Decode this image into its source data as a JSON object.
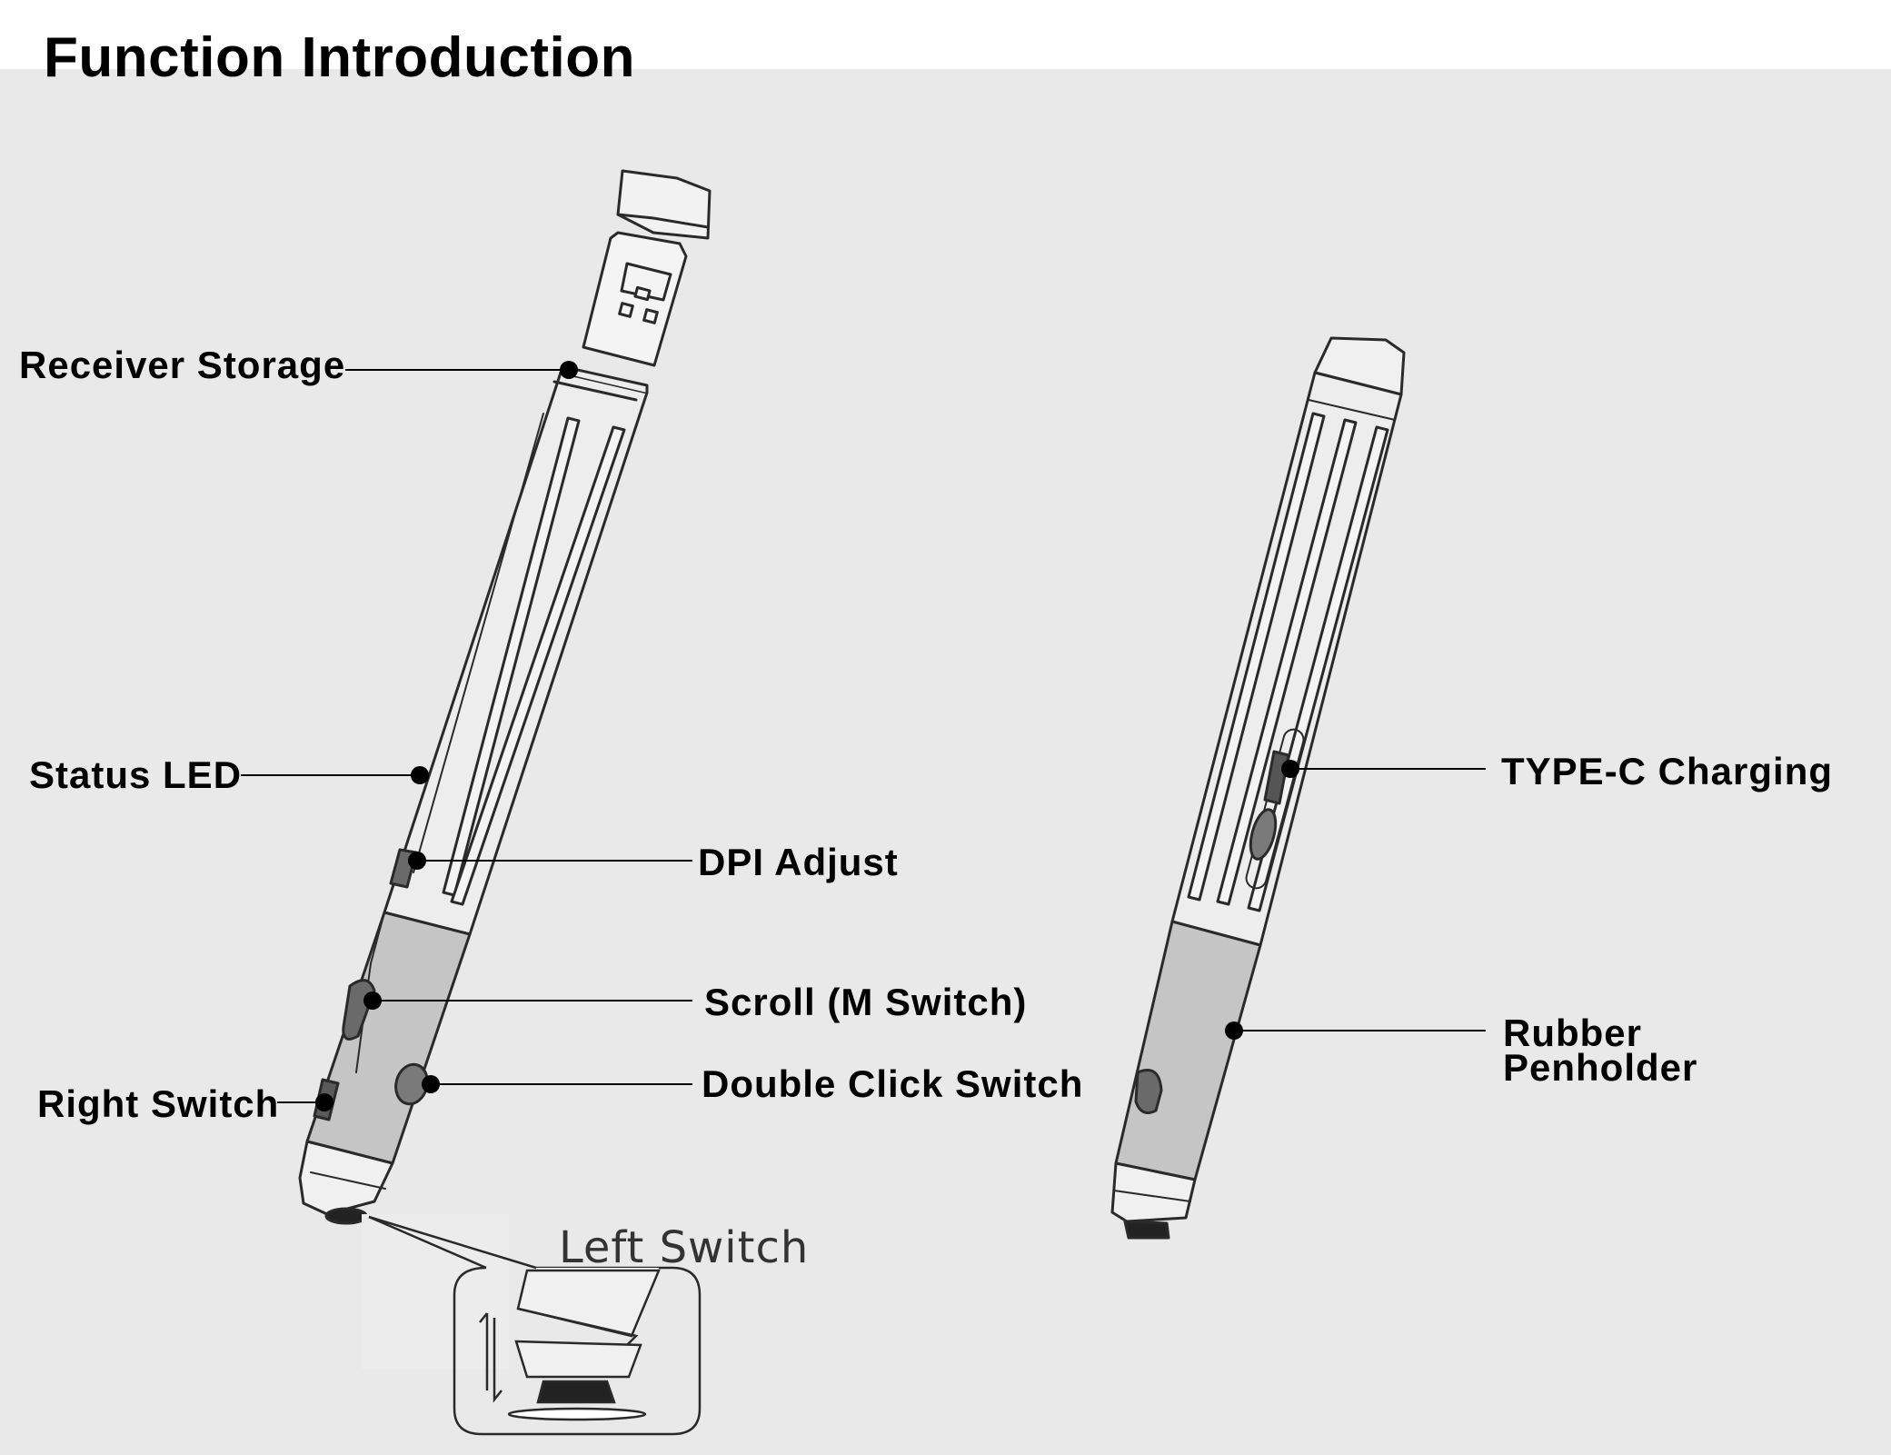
{
  "title": "Function Introduction",
  "labels": {
    "receiver_storage": "Receiver Storage",
    "status_led": "Status LED",
    "dpi_adjust": "DPI Adjust",
    "scroll": "Scroll (M Switch)",
    "double_click": "Double Click Switch",
    "right_switch": "Right Switch",
    "left_switch": "Left Switch",
    "type_c": "TYPE-C Charging",
    "rubber_penholder_line1": "Rubber",
    "rubber_penholder_line2": "Penholder"
  },
  "colors": {
    "stage_background": "#e9e9e9",
    "pen_body": "#ededed",
    "rubber_grip": "#c4c5c4",
    "button_dark": "#6a6a6a",
    "outline": "#2a2a2a"
  }
}
